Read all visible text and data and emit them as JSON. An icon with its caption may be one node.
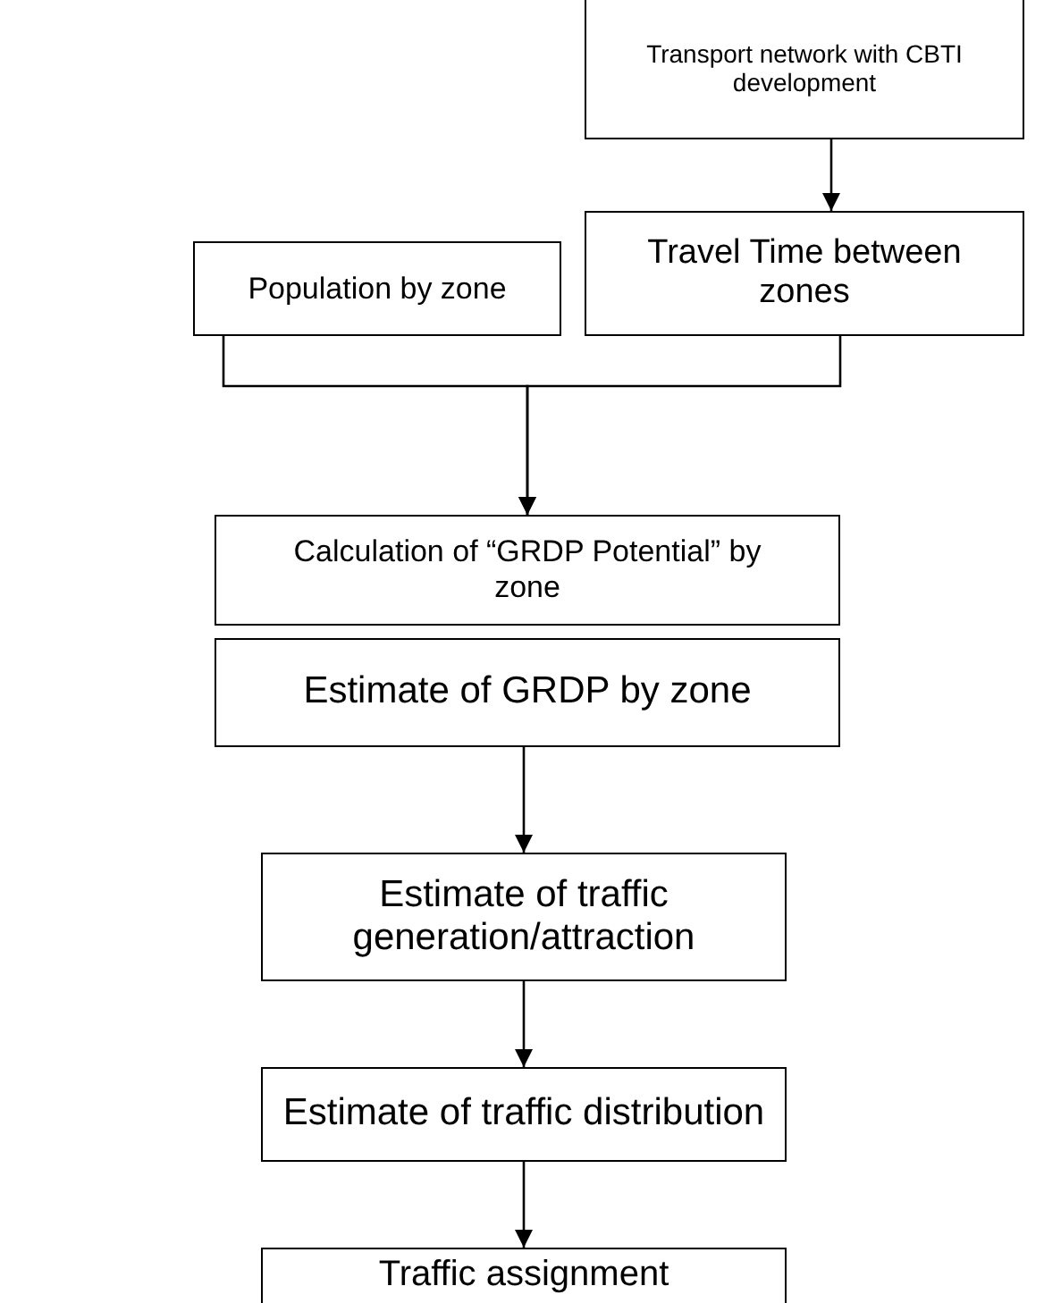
{
  "diagram": {
    "nodes": [
      {
        "text": [
          "Transport network with CBTI development"
        ]
      },
      {
        "text": [
          "Population by zone"
        ]
      },
      {
        "text": [
          "Travel Time between zones"
        ]
      },
      {
        "text": [
          "Calculation of “GRDP Potential” by zone"
        ]
      },
      {
        "text": [
          "Estimate of GRDP by zone"
        ]
      },
      {
        "text": [
          "Estimate of traffic generation/attraction"
        ]
      },
      {
        "text": [
          "Estimate of traffic distribution"
        ]
      },
      {
        "text": [
          "Traffic assignment"
        ]
      }
    ],
    "edges": [
      {
        "from": 0,
        "to": 2,
        "arrow": "to"
      },
      {
        "from": 1,
        "to": 3,
        "arrow": "to"
      },
      {
        "from": 2,
        "to": 3,
        "arrow": "to"
      },
      {
        "from": 4,
        "to": 5,
        "arrow": "to"
      },
      {
        "from": 5,
        "to": 6,
        "arrow": "to"
      },
      {
        "from": 6,
        "to": 7,
        "arrow": "to"
      }
    ]
  }
}
